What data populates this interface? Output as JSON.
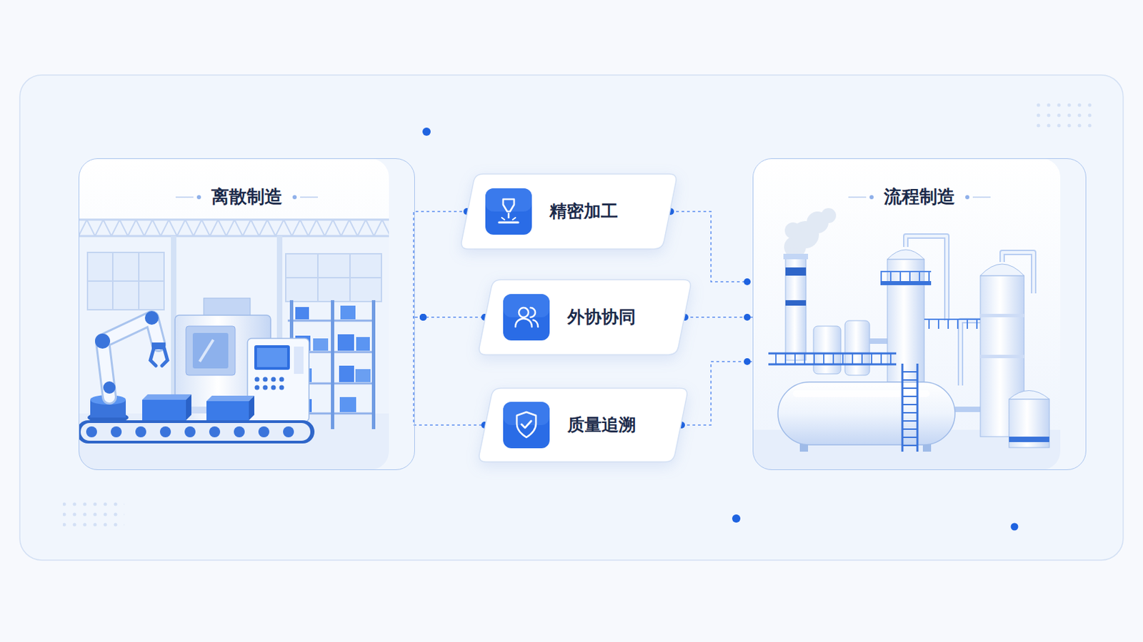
{
  "diagram": {
    "nodes": [
      {
        "text": [
          "离散制造"
        ]
      },
      {
        "text": [
          "精密加工"
        ]
      },
      {
        "text": [
          "外协协同"
        ]
      },
      {
        "text": [
          "质量追溯"
        ]
      },
      {
        "text": [
          "流程制造"
        ]
      }
    ],
    "edges": [
      {
        "from": 0,
        "to": 1,
        "arrow": "none"
      },
      {
        "from": 0,
        "to": 2,
        "arrow": "none"
      },
      {
        "from": 0,
        "to": 3,
        "arrow": "none"
      },
      {
        "from": 1,
        "to": 4,
        "arrow": "none"
      },
      {
        "from": 2,
        "to": 4,
        "arrow": "none"
      },
      {
        "from": 3,
        "to": 4,
        "arrow": "none"
      }
    ]
  }
}
